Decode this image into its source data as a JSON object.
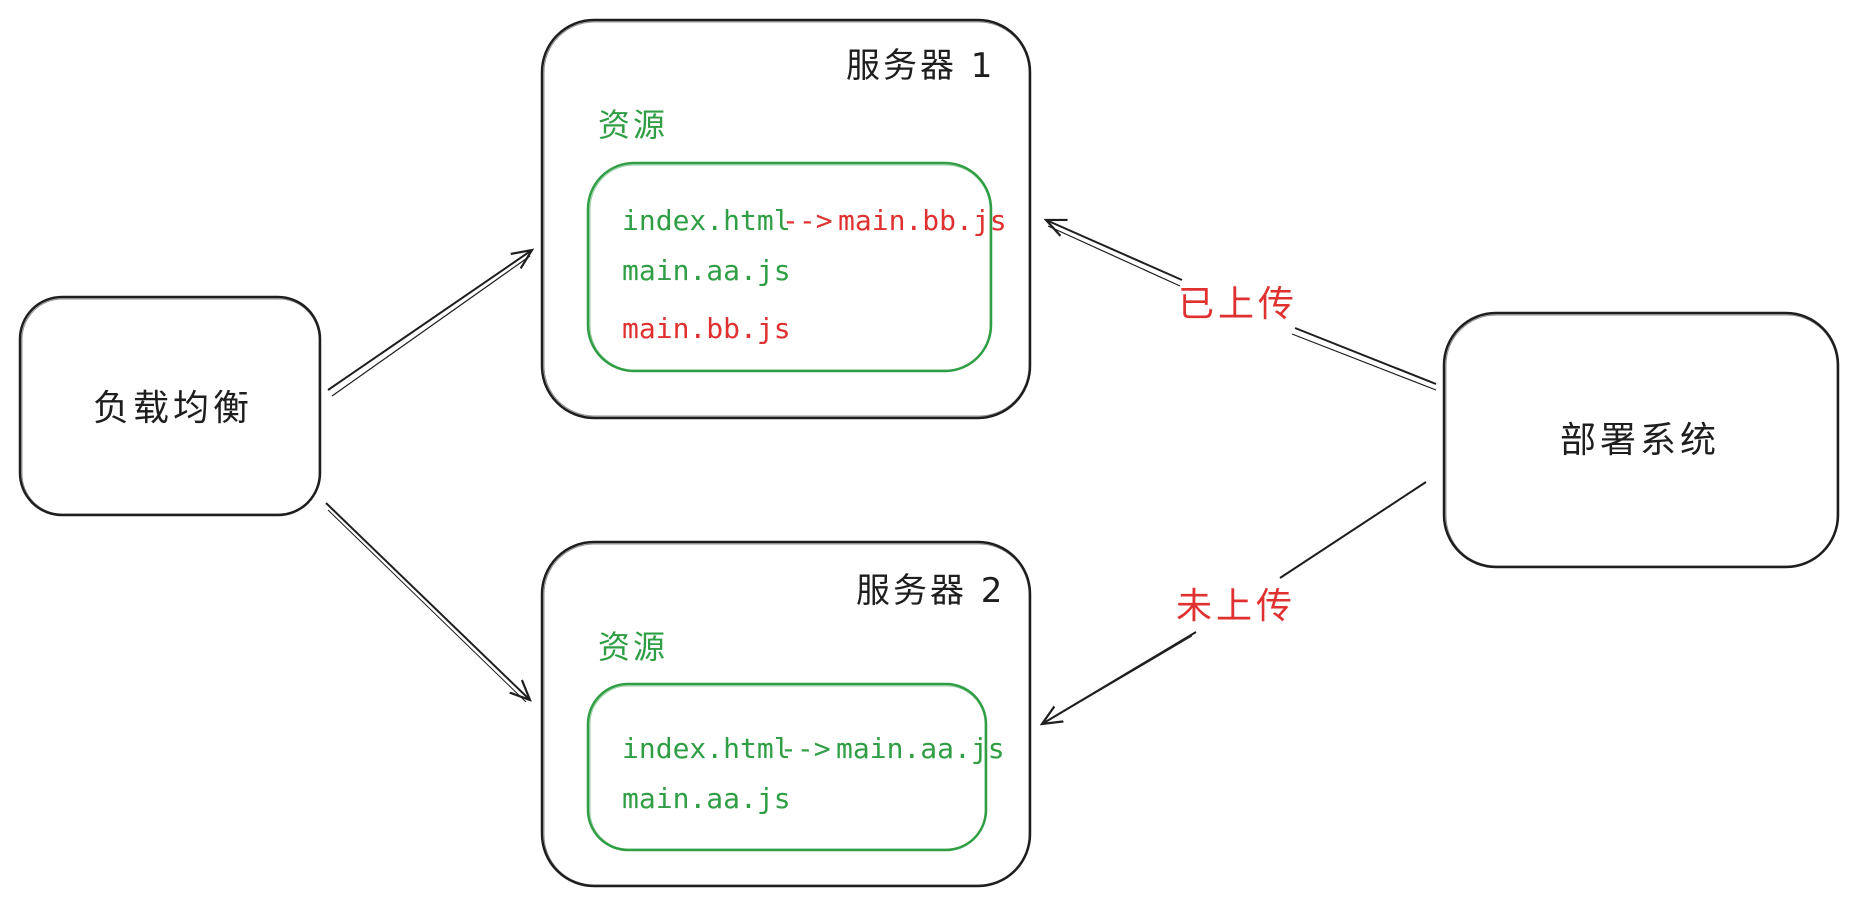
{
  "colors": {
    "ink": "#1e1e1e",
    "green": "#2f9e44",
    "red": "#e03131",
    "background": "#ffffff"
  },
  "load_balancer": {
    "label": "负载均衡"
  },
  "deploy_system": {
    "label": "部署系统"
  },
  "server1": {
    "title": "服务器 1",
    "resources_label": "资源",
    "entry_file": "index.html",
    "pointer_arrow": "-->",
    "pointer_target": "main.bb.js",
    "files": [
      "main.aa.js",
      "main.bb.js"
    ]
  },
  "server2": {
    "title": "服务器 2",
    "resources_label": "资源",
    "entry_file": "index.html",
    "pointer_arrow": "-->",
    "pointer_target": "main.aa.js",
    "files": [
      "main.aa.js"
    ]
  },
  "edges": {
    "uploaded_label": "已上传",
    "not_uploaded_label": "未上传"
  }
}
